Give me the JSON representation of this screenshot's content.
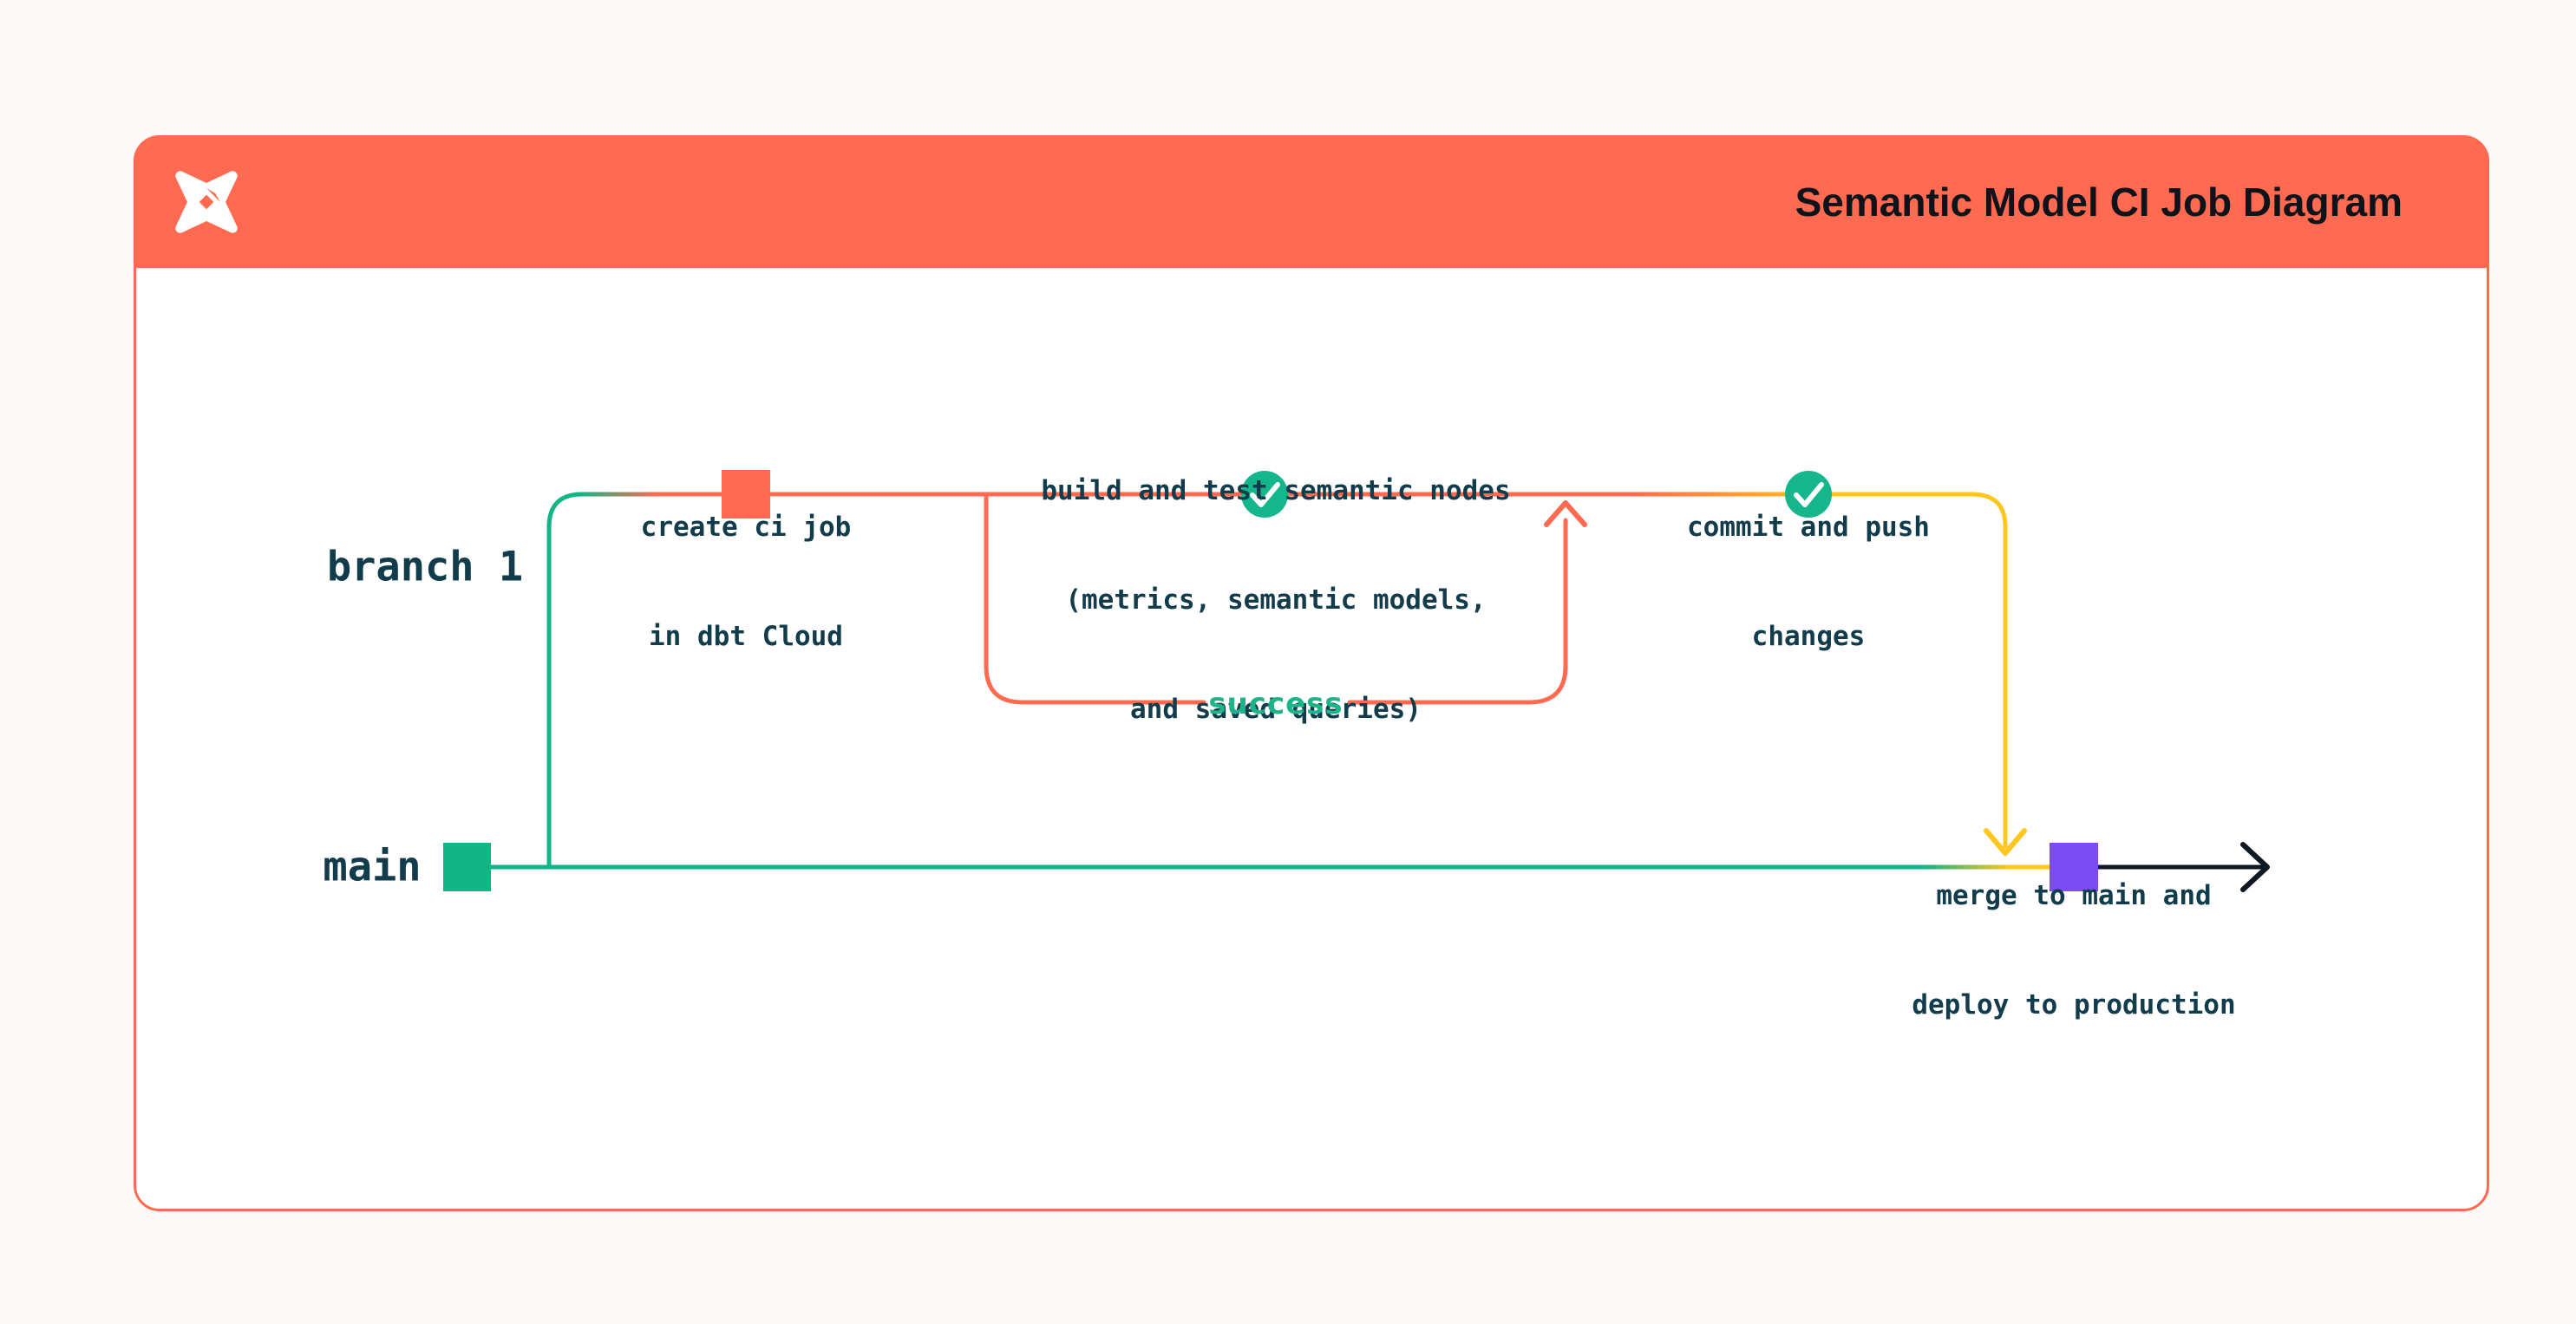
{
  "header": {
    "title": "Semantic Model CI Job Diagram",
    "logo_icon": "dbt-logo"
  },
  "branches": {
    "branch1_label": "branch 1",
    "main_label": "main"
  },
  "steps": {
    "create_ci": {
      "lines": [
        "create ci job",
        "in dbt Cloud"
      ]
    },
    "build_test": {
      "lines": [
        "build and test semantic nodes",
        "(metrics, semantic models,",
        "and saved queries)"
      ]
    },
    "commit_push": {
      "lines": [
        "commit and push",
        "changes"
      ]
    },
    "merge_deploy": {
      "lines": [
        "merge to main and",
        "deploy to production"
      ]
    },
    "success_label": "success"
  },
  "colors": {
    "header_orange": "#FF6A50",
    "line_orange": "#FF6A50",
    "branch_teal": "#12B584",
    "merge_yellow": "#FFC61E",
    "deploy_purple": "#7C4CF3",
    "check_green": "#15B68B",
    "success_green": "#1CB488",
    "text_dark": "#123C4B",
    "title_dark": "#0D1318",
    "arrow_black": "#101820",
    "card_background": "#FFFFFF",
    "page_background": "#FBFAF8"
  }
}
